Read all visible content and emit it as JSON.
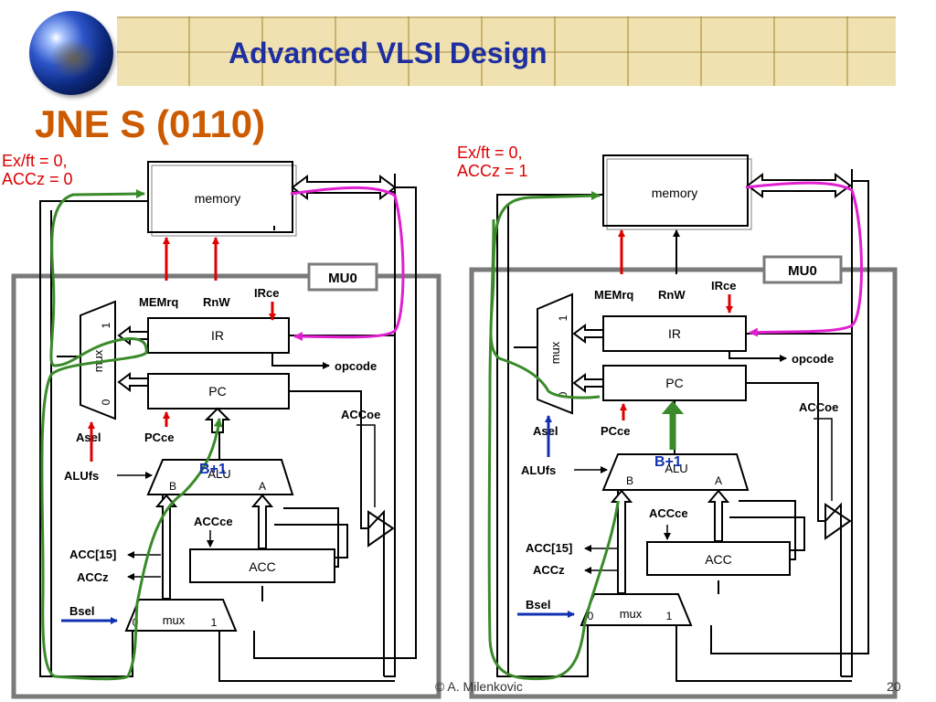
{
  "header": {
    "course_title": "Advanced VLSI Design",
    "slide_title": "JNE S (0110)"
  },
  "left_panel": {
    "condition_line1": "Ex/ft = 0,",
    "condition_line2": "ACCz = 0"
  },
  "right_panel": {
    "condition_line1": "Ex/ft = 0,",
    "condition_line2": "ACCz = 1"
  },
  "blocks": {
    "memory": "memory",
    "mu0": "MU0",
    "ir": "IR",
    "pc": "PC",
    "alu": "ALU",
    "acc": "ACC",
    "mux_top": "mux",
    "mux_bottom": "mux"
  },
  "signals": {
    "memrq": "MEMrq",
    "rnw": "RnW",
    "irce": "IRce",
    "opcode": "opcode",
    "accoe": "ACCoe",
    "asel": "Asel",
    "pcce": "PCce",
    "alufs": "ALUfs",
    "accce": "ACCce",
    "acc15": "ACC[15]",
    "accz": "ACCz",
    "bsel": "Bsel",
    "port_b": "B",
    "port_a": "A",
    "mux_in_0": "0",
    "mux_in_1": "1",
    "b_plus_1": "B+1"
  },
  "footer": {
    "copyright": "© A. Milenkovic",
    "page_number": "20"
  },
  "colors": {
    "title_orange": "#cc5a00",
    "course_blue": "#1f2ea0",
    "note_red": "#dd0000",
    "path_green": "#3a8a2a",
    "path_magenta": "#e020d0",
    "control_red": "#dd0000",
    "control_blue": "#1030b0"
  }
}
